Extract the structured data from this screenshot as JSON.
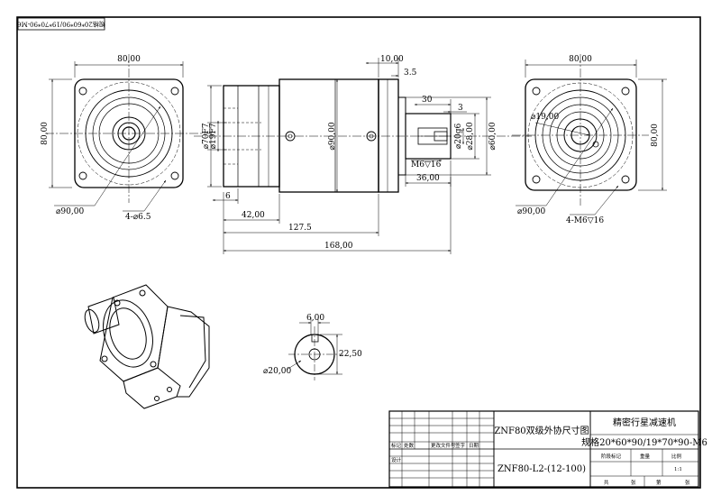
{
  "sheet": {
    "corner_label": "规格20*60*90/19*70*90-M6"
  },
  "left_view": {
    "width_dim": "80,00",
    "height_dim": "80,00",
    "circle_dim": "⌀90,00",
    "holes_dim": "4-⌀6.5"
  },
  "side_view": {
    "dim_10": "10,00",
    "dim_3_5": "3.5",
    "dim_30": "30",
    "dim_3": "3",
    "dim_20g6": "⌀20g6",
    "dim_28": "⌀28,00",
    "dim_60": "⌀60,00",
    "dim_90": "⌀90,00",
    "dim_70f7": "⌀70F7",
    "dim_19f7": "⌀19F7",
    "thread": "M6▽16",
    "dim_36": "36,00",
    "dim_6": "6",
    "dim_42": "42,00",
    "dim_127": "127.5",
    "dim_168": "168,00"
  },
  "right_view": {
    "width_dim": "80,00",
    "height_dim": "80,00",
    "bore_dim": "⌀19,00",
    "circle_dim": "⌀90,00",
    "holes_dim": "4-M6▽16"
  },
  "key_detail": {
    "dim_6": "6,00",
    "dim_22_5": "22,50",
    "dim_20": "⌀20,00"
  },
  "title_block": {
    "drawing_title": "ZNF80双级外协尺寸图",
    "company_title": "精密行星减速机",
    "spec": "规格20*60*90/19*70*90-M6",
    "part_no": "ZNF80-L2-(12-100)",
    "labels": {
      "mark": "标记",
      "count": "处数",
      "change_doc": "更改文件号",
      "sign": "签字",
      "date": "日期",
      "design": "设计",
      "stage_mark": "阶段标记",
      "weight": "重量",
      "scale": "比例",
      "scale_value": "1:1",
      "total": "共",
      "sheet": "张",
      "page": "第",
      "page_sheet": "张"
    }
  }
}
